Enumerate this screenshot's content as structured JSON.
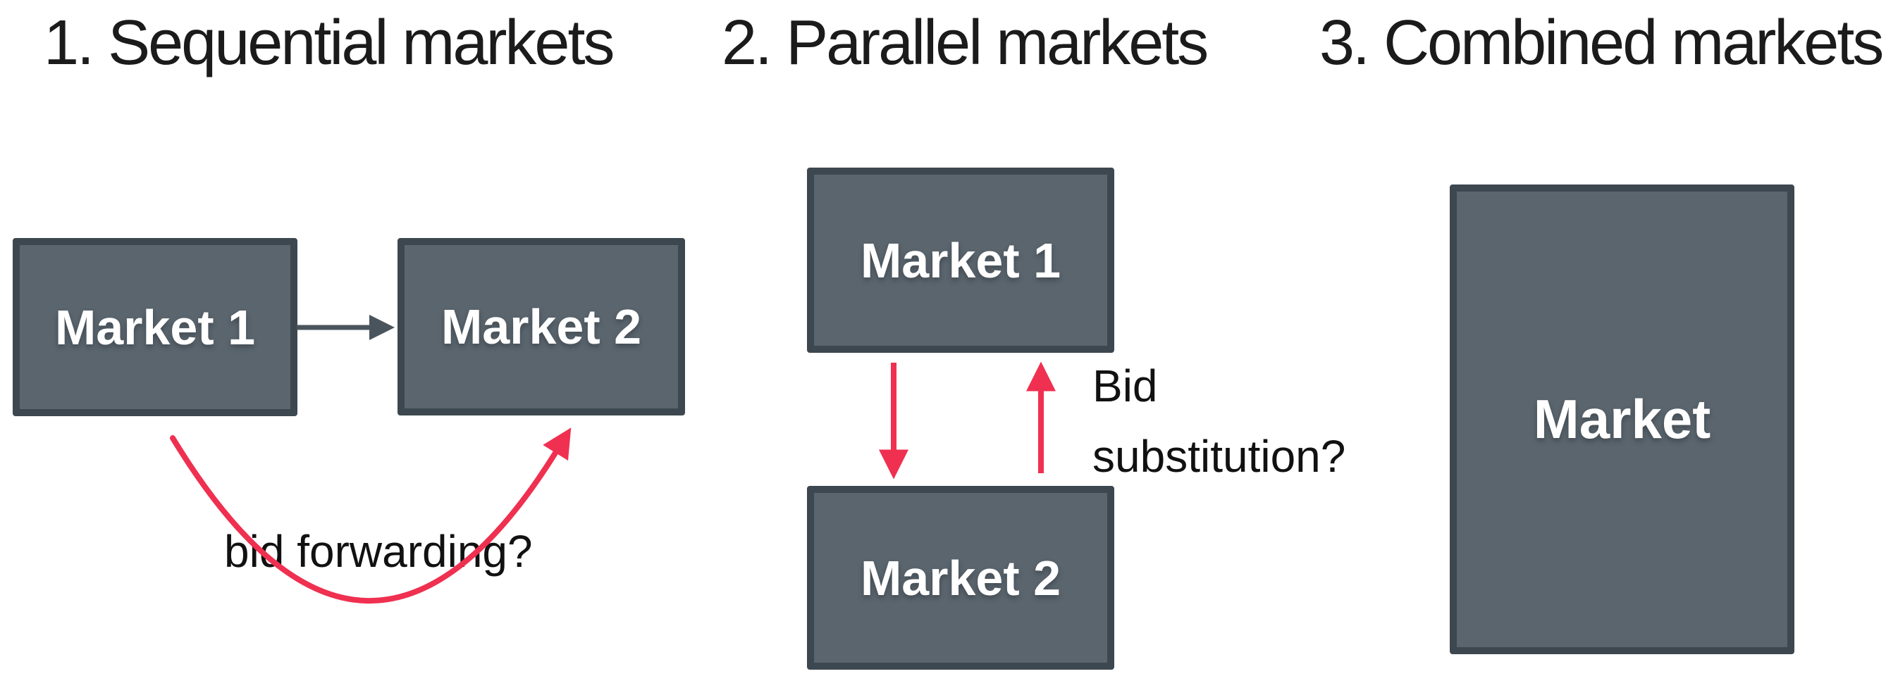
{
  "colors": {
    "background": "#FFFFFF",
    "box_fill": "#5A656E",
    "box_border": "#3D474F",
    "gray_arrow": "#4A545C",
    "red_arrow": "#EF3050",
    "title_text": "#1B1B1B",
    "annotation_text": "#111111",
    "box_label_text": "#FFFFFF"
  },
  "sections": [
    {
      "title": "1. Sequential markets",
      "boxes": [
        {
          "label": "Market 1"
        },
        {
          "label": "Market 2"
        }
      ],
      "annotation": "bid forwarding?",
      "arrows": [
        {
          "name": "market1-to-market2-arrow",
          "type": "straight-right",
          "color": "gray"
        },
        {
          "name": "bid-forwarding-curve-arrow",
          "type": "curved-up-right",
          "color": "red"
        }
      ]
    },
    {
      "title": "2. Parallel markets",
      "boxes": [
        {
          "label": "Market 1"
        },
        {
          "label": "Market 2"
        }
      ],
      "annotation_line1": "Bid",
      "annotation_line2": "substitution?",
      "arrows": [
        {
          "name": "bid-down-arrow",
          "type": "straight-down",
          "color": "red"
        },
        {
          "name": "bid-up-arrow",
          "type": "straight-up",
          "color": "red"
        }
      ]
    },
    {
      "title": "3. Combined markets",
      "boxes": [
        {
          "label": "Market"
        }
      ]
    }
  ]
}
